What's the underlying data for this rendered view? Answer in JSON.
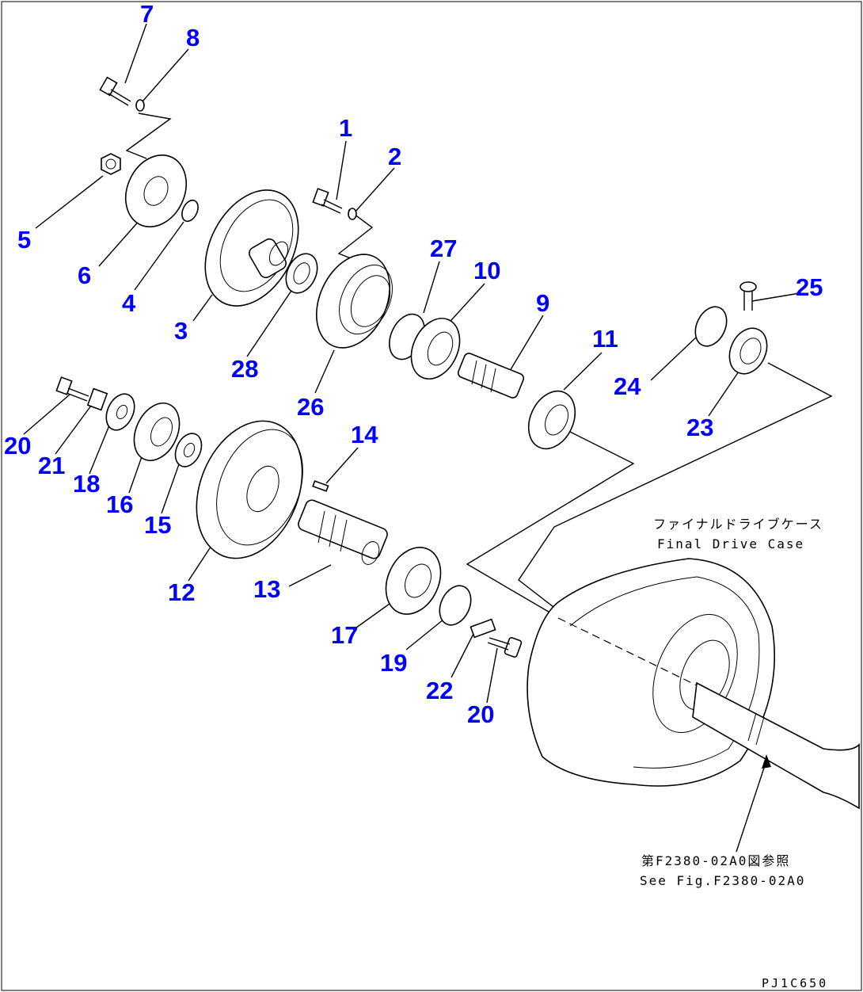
{
  "callouts": [
    {
      "label": "7"
    },
    {
      "label": "8"
    },
    {
      "label": "1"
    },
    {
      "label": "2"
    },
    {
      "label": "5"
    },
    {
      "label": "6"
    },
    {
      "label": "4"
    },
    {
      "label": "3"
    },
    {
      "label": "28"
    },
    {
      "label": "27"
    },
    {
      "label": "10"
    },
    {
      "label": "9"
    },
    {
      "label": "26"
    },
    {
      "label": "11"
    },
    {
      "label": "25"
    },
    {
      "label": "24"
    },
    {
      "label": "23"
    },
    {
      "label": "20"
    },
    {
      "label": "21"
    },
    {
      "label": "18"
    },
    {
      "label": "16"
    },
    {
      "label": "15"
    },
    {
      "label": "14"
    },
    {
      "label": "12"
    },
    {
      "label": "13"
    },
    {
      "label": "17"
    },
    {
      "label": "19"
    },
    {
      "label": "22"
    },
    {
      "label": "20"
    }
  ],
  "case_note": {
    "japanese": "ファイナルドライブケース",
    "english": "Final Drive Case"
  },
  "ref_note": {
    "japanese": "第F2380-02A0図参照",
    "english": "See Fig.F2380-02A0"
  },
  "drawing_code": "PJ1C650"
}
